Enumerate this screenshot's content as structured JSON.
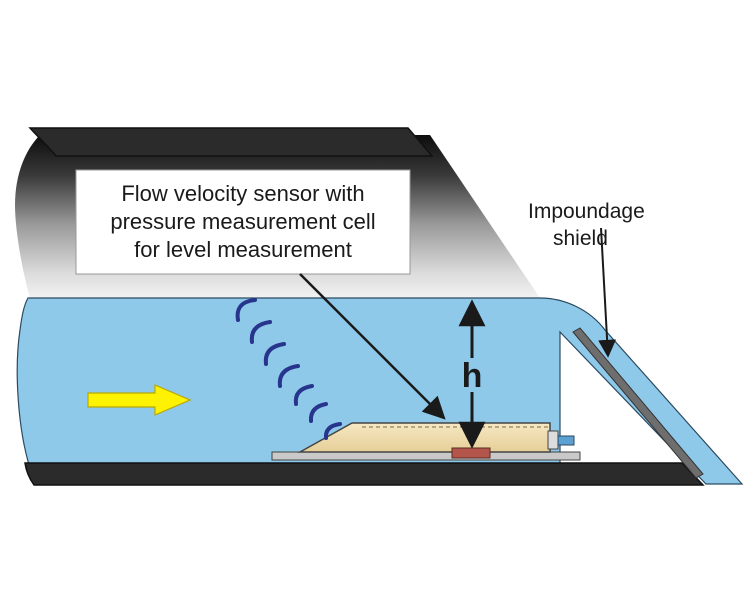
{
  "diagram": {
    "callout_lines": [
      "Flow velocity sensor with",
      "pressure measurement cell",
      "for level measurement"
    ],
    "shield_label_lines": [
      "Impoundage",
      "shield"
    ],
    "level_symbol": "h",
    "icons": {
      "flow_arrow": "flow-direction-arrow-icon",
      "waves": "ultrasonic-wave-icon"
    },
    "colors": {
      "water": "#8ec9ea",
      "pipe_wall": "#2b2b2b",
      "sensor_body": "#f1dfb4",
      "pressure_cell": "#b3554a",
      "wave": "#27358c",
      "flow_arrow": "#fff200"
    }
  }
}
